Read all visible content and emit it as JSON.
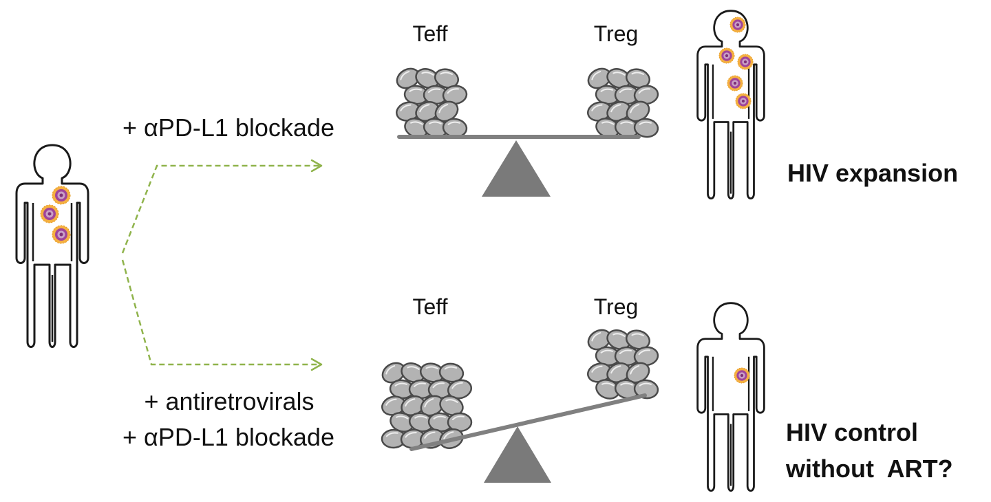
{
  "treatments": {
    "top": {
      "line1": "+ αPD-L1 blockade"
    },
    "bottom": {
      "line1": "+ antiretrovirals",
      "line2": "+ αPD-L1 blockade"
    }
  },
  "cells": {
    "top": {
      "left": "Teff",
      "right": "Treg"
    },
    "bottom": {
      "left": "Teff",
      "right": "Treg"
    }
  },
  "outcomes": {
    "top": {
      "line1": "HIV expansion",
      "color": "#c0504d"
    },
    "bottom": {
      "line1": "HIV control",
      "line2": "without  ART?",
      "color": "#9bbb59"
    }
  },
  "colors": {
    "arrow": "#8fb34b",
    "virus_core": "#a0449a",
    "virus_spikes": "#f5b041",
    "cell_fill": "#b3b3b3",
    "scale": "#808080"
  },
  "icons": [
    "person-icon",
    "virus-icon",
    "cell-cluster-icon",
    "seesaw-icon",
    "dashed-arrow-icon"
  ]
}
